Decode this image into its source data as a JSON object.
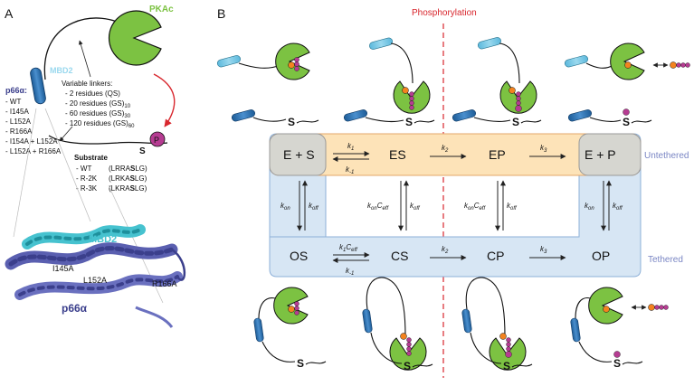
{
  "panel_a": {
    "label": "A",
    "pkac": "PKAc",
    "mbd2": "MBD2",
    "p66a_title": "p66α:",
    "p66a_variants": [
      "- WT",
      "- I145A",
      "- L152A",
      "- R166A",
      "- I154A + L152A",
      "- L152A + R166A"
    ],
    "linkers_title": "Variable linkers:",
    "linkers": [
      {
        "text": "- 2 residues (QS)",
        "sub": ""
      },
      {
        "text": "- 20 residues (GS)",
        "sub": "10"
      },
      {
        "text": "- 60 residues (GS)",
        "sub": "30"
      },
      {
        "text": "- 120 residues (GS)",
        "sub": "60"
      }
    ],
    "phospho_badge": "P",
    "substrate_letter": "S",
    "substrate_title": "Substrate",
    "substrates": [
      {
        "name": "- WT",
        "seq_pre": "(LRRA",
        "seq_bold": "S",
        "seq_post": "LG)"
      },
      {
        "name": "- R-2K",
        "seq_pre": "(LRKA",
        "seq_bold": "S",
        "seq_post": "LG)"
      },
      {
        "name": "- R-3K",
        "seq_pre": "(LKRA",
        "seq_bold": "S",
        "seq_post": "LG)"
      }
    ],
    "structure": {
      "mbd2_label": "MBD2",
      "p66a_label": "p66α",
      "i145a": "I145A",
      "l152a": "L152A",
      "r166a": "R166A"
    }
  },
  "panel_b": {
    "label": "B",
    "divider_label": "Phosphorylation",
    "untethered_label": "Untethered",
    "tethered_label": "Tethered",
    "states_top": [
      "E + S",
      "ES",
      "EP",
      "E + P"
    ],
    "states_bottom": [
      "OS",
      "CS",
      "CP",
      "OP"
    ],
    "substrate_letter": "S",
    "rate_k": "k",
    "rate_k_sub": [
      "1",
      "-1",
      "2",
      "3",
      "on",
      "off"
    ],
    "ceff_c": "C",
    "ceff_sub": "eff"
  },
  "colors": {
    "pkac_green": "#7cc242",
    "red_arrow": "#d8262d",
    "mbd2_cyan": "#39bfd6",
    "p66a_navy": "#3b3f8c",
    "blue_box": "#d7e6f4",
    "orange_box": "#fde3b8",
    "gray_box": "#d6d6d0",
    "phospho_purple": "#b63c92",
    "ligand_orange": "#f3831f",
    "tethered_label_color": "#7a86c4",
    "divider_red": "#d8262d"
  }
}
